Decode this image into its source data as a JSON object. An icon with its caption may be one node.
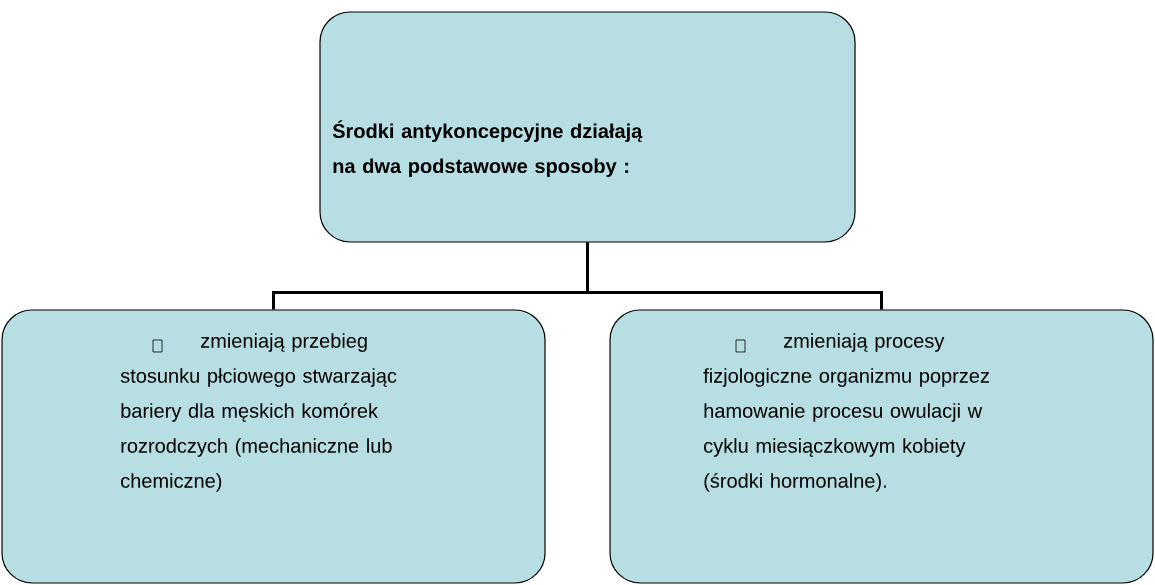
{
  "diagram": {
    "nodes": [
      {
        "text": [
          "Środki antykoncepcyjne działają na dwa podstawowe sposoby :"
        ]
      },
      {
        "text": [
          "zmieniają przebieg stosunku płciowego stwarzając bariery dla męskich komórek rozrodczych (mechaniczne lub chemiczne)"
        ]
      },
      {
        "text": [
          "zmieniają procesy fizjologiczne organizmu poprzez hamowanie procesu owulacji w cyklu miesiączkowym kobiety (środki hormonalne)."
        ]
      }
    ],
    "edges": [
      {
        "from": 0,
        "to": 1,
        "arrow": "none"
      },
      {
        "from": 0,
        "to": 2,
        "arrow": "none"
      }
    ]
  }
}
